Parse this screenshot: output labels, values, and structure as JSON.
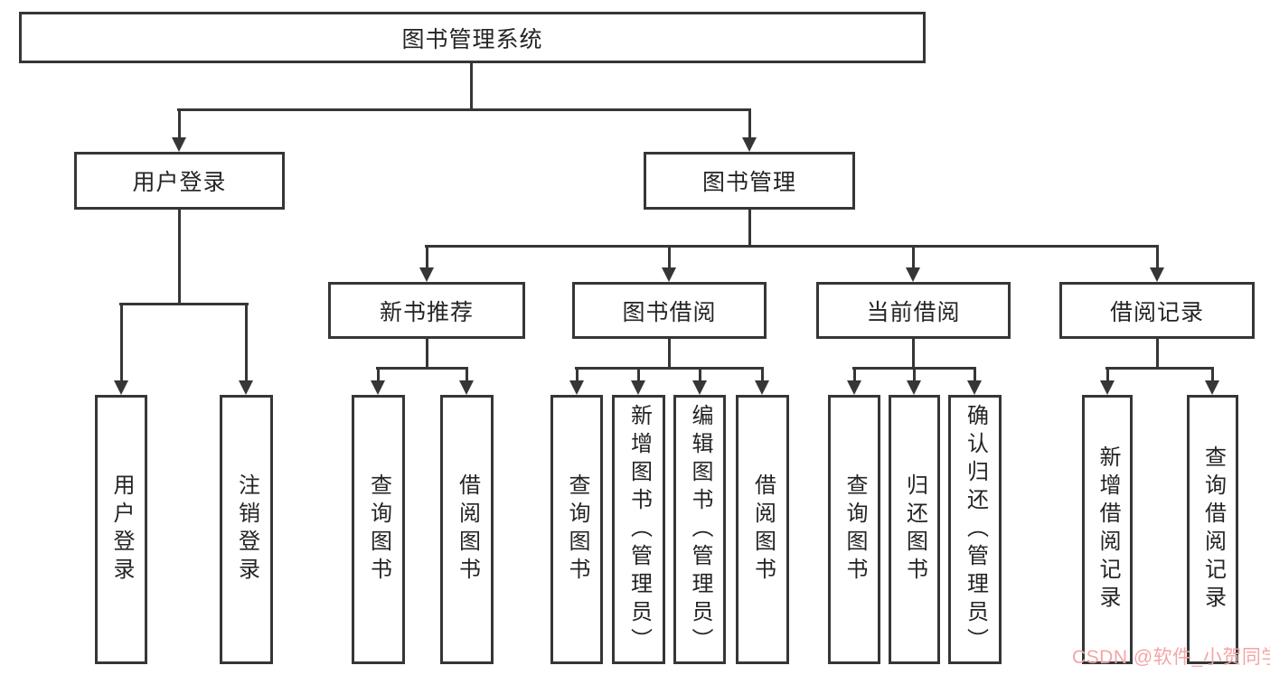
{
  "tree": {
    "label": "图书管理系统",
    "children": [
      {
        "label": "用户登录",
        "children": [
          {
            "label": "用户登录"
          },
          {
            "label": "注销登录"
          }
        ]
      },
      {
        "label": "图书管理",
        "children": [
          {
            "label": "新书推荐",
            "children": [
              {
                "label": "查询图书"
              },
              {
                "label": "借阅图书"
              }
            ]
          },
          {
            "label": "图书借阅",
            "children": [
              {
                "label": "查询图书"
              },
              {
                "label": "新增图书（管理员）"
              },
              {
                "label": "编辑图书（管理员）"
              },
              {
                "label": "借阅图书"
              }
            ]
          },
          {
            "label": "当前借阅",
            "children": [
              {
                "label": "查询图书"
              },
              {
                "label": "归还图书"
              },
              {
                "label": "确认归还（管理员）"
              }
            ]
          },
          {
            "label": "借阅记录",
            "children": [
              {
                "label": "新增借阅记录"
              },
              {
                "label": "查询借阅记录"
              }
            ]
          }
        ]
      }
    ]
  },
  "watermark": {
    "text": "CSDN @软件_小贺同学",
    "color": "#f2a6a6"
  },
  "colors": {
    "line": "#363636",
    "text": "#242424",
    "background": "#ffffff"
  }
}
